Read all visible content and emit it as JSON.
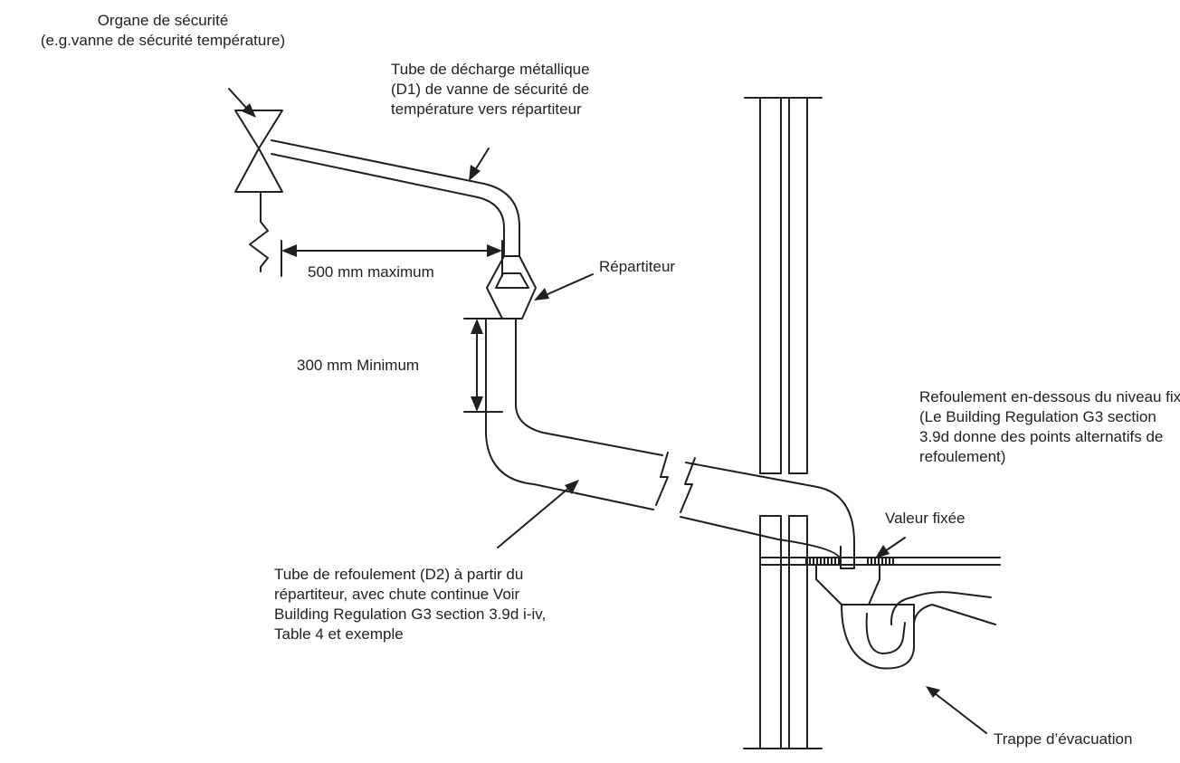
{
  "labels": {
    "safety_device": [
      "Organe de sécurité",
      "(e.g.vanne de sécurité température)"
    ],
    "metal_tube": [
      "Tube de décharge métallique",
      "(D1) de vanne de sécurité de",
      "température vers répartiteur"
    ],
    "max_dist": "500 mm maximum",
    "tundish": "Répartiteur",
    "min_dist": "300 mm Minimum",
    "discharge_below": [
      "Refoulement en-dessous du niveau fixé",
      "(Le Building Regulation G3 section",
      "3.9d donne des points alternatifs de",
      "refoulement)"
    ],
    "fixed_value": "Valeur fixée",
    "d2_tube": [
      "Tube de refoulement (D2) à partir du",
      "répartiteur, avec chute continue Voir",
      "Building Regulation G3 section 3.9d i-iv,",
      "Table 4 et exemple"
    ],
    "trap": "Trappe d’évacuation"
  }
}
